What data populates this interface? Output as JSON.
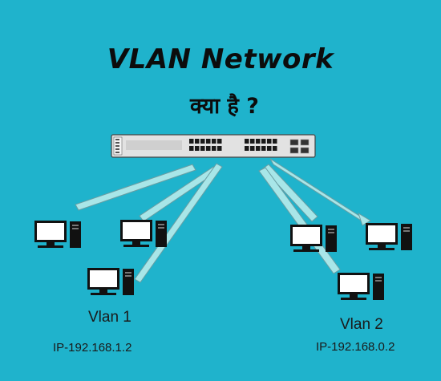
{
  "title": "VLAN Network",
  "subtitle": "क्या है ?",
  "switch": {
    "icon": "network-switch-icon",
    "ports_per_bank": 12,
    "uplink_ports": 4
  },
  "computers": [
    {
      "id": "pc-1",
      "icon": "desktop-computer-icon",
      "group": "vlan1"
    },
    {
      "id": "pc-2",
      "icon": "desktop-computer-icon",
      "group": "vlan1"
    },
    {
      "id": "pc-3",
      "icon": "desktop-computer-icon",
      "group": "vlan1"
    },
    {
      "id": "pc-4",
      "icon": "desktop-computer-icon",
      "group": "vlan2"
    },
    {
      "id": "pc-5",
      "icon": "desktop-computer-icon",
      "group": "vlan2"
    },
    {
      "id": "pc-6",
      "icon": "desktop-computer-icon",
      "group": "vlan2"
    }
  ],
  "vlans": [
    {
      "name": "Vlan 1",
      "ip": "IP-192.168.1.2"
    },
    {
      "name": "Vlan 2",
      "ip": "IP-192.168.0.2"
    }
  ],
  "colors": {
    "background": "#1fb3cc",
    "link": "#a8e6e8",
    "device": "#111111"
  }
}
